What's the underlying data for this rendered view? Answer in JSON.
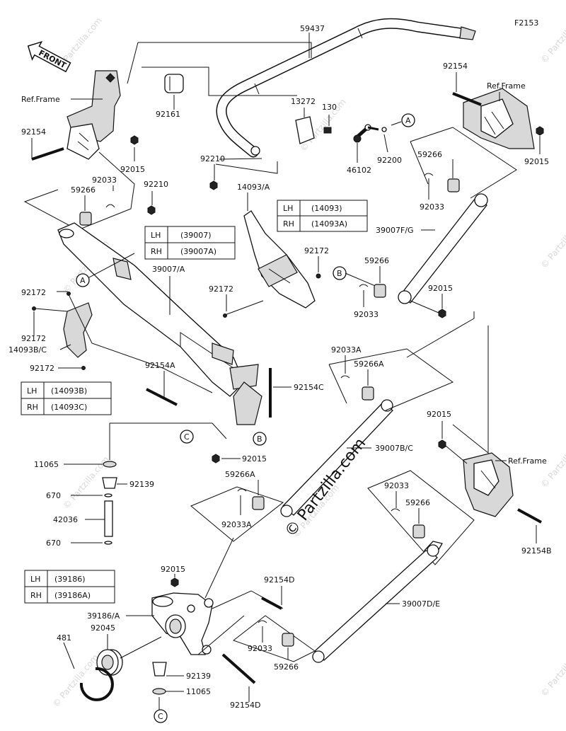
{
  "figure_code": "F2153",
  "front_label": "FRONT",
  "watermark": "© Partzilla.com",
  "watermark_small": "© Partzilla.com",
  "callouts": {
    "a": "A",
    "b": "B",
    "c": "C"
  },
  "parts": {
    "p59437": "59437",
    "p13272": "13272",
    "p130": "130",
    "p92161": "92161",
    "p92210a": "92210",
    "p92210b": "92210",
    "p92154a": "92154",
    "p92154b": "92154",
    "p92015a": "92015",
    "p92015b": "92015",
    "p92015c": "92015",
    "p92015d": "92015",
    "p92015e": "92015",
    "p92015f": "92015",
    "p92033a": "92033",
    "p92033b": "92033",
    "p92033c": "92033",
    "p92033d": "92033",
    "p92033e": "92033",
    "p92033A1": "92033A",
    "p92033A2": "92033A",
    "p59266a": "59266",
    "p59266b": "59266",
    "p59266c": "59266",
    "p59266d": "59266",
    "p59266e": "59266",
    "p59266A1": "59266A",
    "p59266A2": "59266A",
    "p46102": "46102",
    "p92200": "92200",
    "p14093A": "14093/A",
    "p39007FG": "39007F/G",
    "p39007A": "39007/A",
    "p39007BC": "39007B/C",
    "p39007DE": "39007D/E",
    "p92172a": "92172",
    "p92172b": "92172",
    "p92172c": "92172",
    "p92172d": "92172",
    "p92172e": "92172",
    "p14093BC": "14093B/C",
    "p92154A": "92154A",
    "p92154B": "92154B",
    "p92154C": "92154C",
    "p92154D1": "92154D",
    "p92154D2": "92154D",
    "p11065a": "11065",
    "p11065b": "11065",
    "p92139a": "92139",
    "p92139b": "92139",
    "p670a": "670",
    "p670b": "670",
    "p42036": "42036",
    "p39186A": "39186/A",
    "p92045": "92045",
    "p481": "481",
    "ref_frame_1": "Ref.Frame",
    "ref_frame_2": "Ref.Frame",
    "ref_frame_3": "Ref.Frame"
  },
  "tables": {
    "t1": {
      "rows": [
        [
          "LH",
          "(14093)"
        ],
        [
          "RH",
          "(14093A)"
        ]
      ]
    },
    "t2": {
      "rows": [
        [
          "LH",
          "(39007)"
        ],
        [
          "RH",
          "(39007A)"
        ]
      ]
    },
    "t3": {
      "rows": [
        [
          "LH",
          "(14093B)"
        ],
        [
          "RH",
          "(14093C)"
        ]
      ]
    },
    "t4": {
      "rows": [
        [
          "LH",
          "(39186)"
        ],
        [
          "RH",
          "(39186A)"
        ]
      ]
    }
  }
}
